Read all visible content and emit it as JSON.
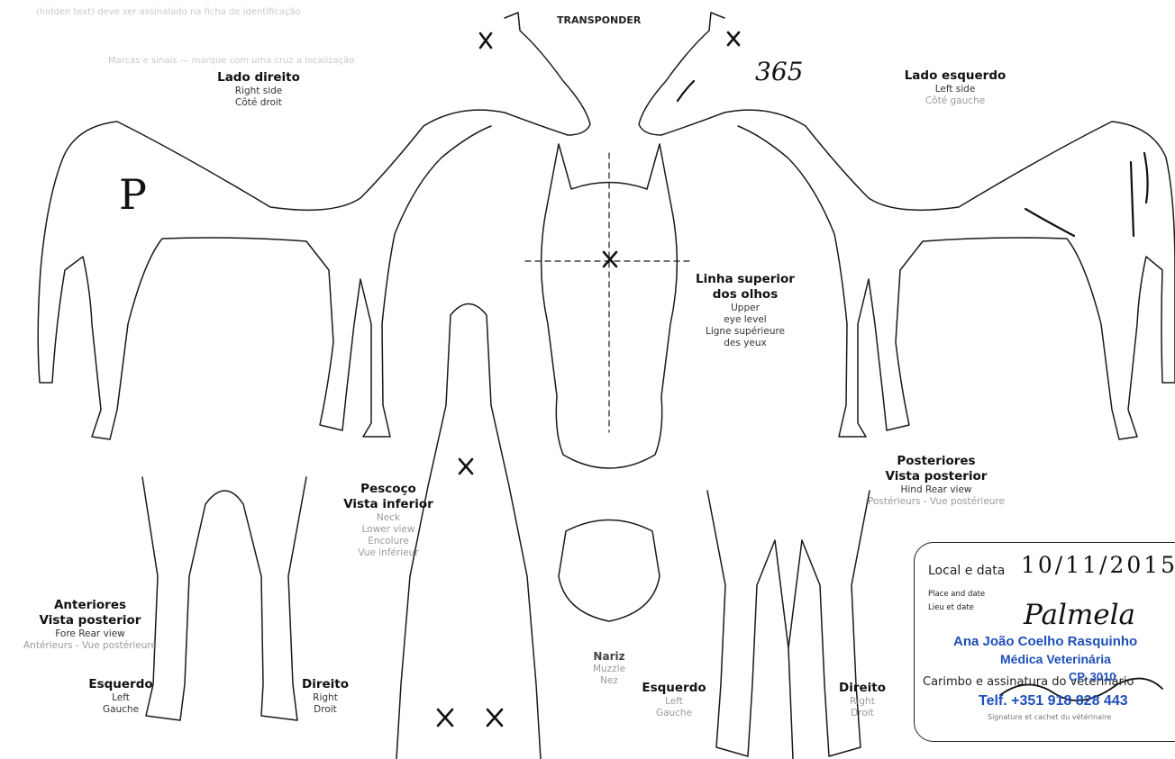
{
  "header": {
    "transponder": "TRANSPONDER",
    "faint_line_1": "(hidden text) deve ser assinalado na ficha de identificação",
    "faint_line_2": "Marcas e sinais — marque com uma cruz a localização"
  },
  "right_side": {
    "pt": "Lado direito",
    "en": "Right side",
    "fr": "Côté droit"
  },
  "left_side": {
    "pt": "Lado esquerdo",
    "en": "Left side",
    "fr": "Côté gauche"
  },
  "eye_level": {
    "pt_1": "Linha superior",
    "pt_2": "dos olhos",
    "en_1": "Upper",
    "en_2": "eye level",
    "fr_1": "Ligne supérieure",
    "fr_2": "des yeux"
  },
  "neck": {
    "pt_1": "Pescoço",
    "pt_2": "Vista inferior",
    "en_1": "Neck",
    "en_2": "Lower view",
    "fr_1": "Encolure",
    "fr_2": "Vue inférieur"
  },
  "muzzle": {
    "pt": "Nariz",
    "en": "Muzzle",
    "fr": "Nez"
  },
  "fore": {
    "pt_1": "Anteriores",
    "pt_2": "Vista posterior",
    "en": "Fore Rear view",
    "fr": "Antérieurs - Vue postérieure"
  },
  "hind": {
    "pt_1": "Posteriores",
    "pt_2": "Vista posterior",
    "en": "Hind Rear view",
    "fr": "Postérieurs - Vue postérieure"
  },
  "fore_left": {
    "pt": "Esquerdo",
    "en": "Left",
    "fr": "Gauche"
  },
  "fore_right": {
    "pt": "Direito",
    "en": "Right",
    "fr": "Droit"
  },
  "hind_left": {
    "pt": "Esquerdo",
    "en": "Left",
    "fr": "Gauche"
  },
  "hind_right": {
    "pt": "Direito",
    "en": "Right",
    "fr": "Droit"
  },
  "handwriting": {
    "left_brand": "P",
    "number": "365",
    "date": "10/11/2015",
    "place": "Palmela"
  },
  "signature_box": {
    "place_pt": "Local e data",
    "place_en": "Place and date",
    "place_fr": "Lieu et date",
    "stamp_cert": "Carimbo e assinatura do veterinário",
    "stamp_fr": "Signature et cachet du vétérinaire"
  },
  "stamp": {
    "name": "Ana João Coelho Rasquinho",
    "title": "Médica Veterinária",
    "cp": "CP. 3010",
    "phone": "Telf. +351 918 828 443"
  },
  "colors": {
    "ink": "#111111",
    "stamp_blue": "#1f4fb8",
    "grey_text": "#9a9a9a"
  }
}
